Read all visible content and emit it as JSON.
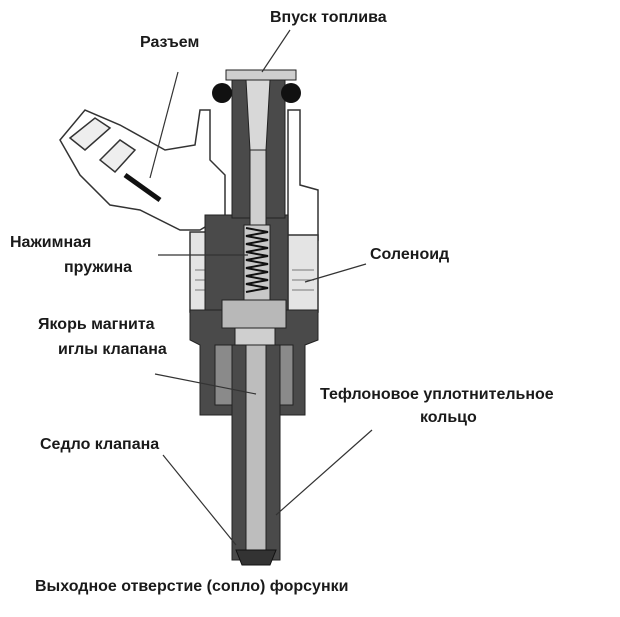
{
  "labels": {
    "fuel_inlet": "Впуск топлива",
    "connector": "Разъем",
    "spring_line1": "Нажимная",
    "spring_line2": "пружина",
    "solenoid": "Соленоид",
    "armature_line1": "Якорь магнита",
    "armature_line2": "иглы клапана",
    "teflon_line1": "Тефлоновое уплотнительное",
    "teflon_line2": "кольцо",
    "valve_seat": "Седло клапана",
    "nozzle": "Выходное отверстие (сопло) форсунки"
  },
  "colors": {
    "dark": "#4a4a4a",
    "mid": "#9a9a9a",
    "light": "#d6d6d6",
    "line": "#333333"
  }
}
